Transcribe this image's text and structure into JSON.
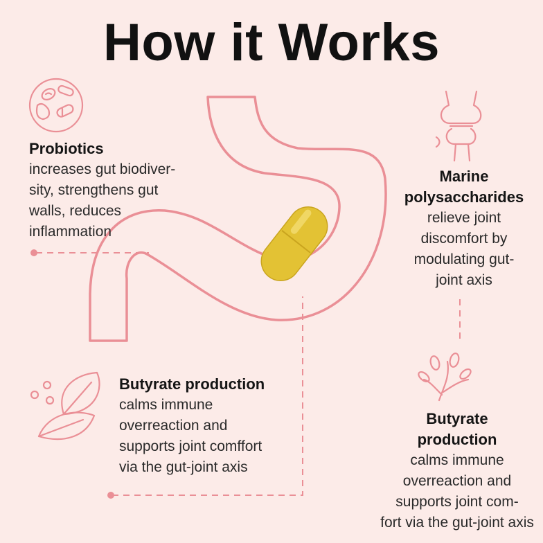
{
  "header": {
    "title": "How it Works"
  },
  "colors": {
    "background": "#fcebe8",
    "accent": "#ea8f96",
    "capsule": "#e3c234",
    "text": "#1a1a1a"
  },
  "features": {
    "probiotics": {
      "icon": "bacteria-icon",
      "title": "Probiotics",
      "lines": [
        "increases gut biodiver-",
        "sity, strengthens gut",
        "walls, reduces",
        "inflammation"
      ]
    },
    "marine": {
      "icon": "joint-icon",
      "title_lines": [
        "Marine",
        "polysaccharides"
      ],
      "lines": [
        "relieve joint",
        "discomfort by",
        "modulating gut-",
        "joint axis"
      ]
    },
    "butyrate_left": {
      "icon": "leaf-icon",
      "title": "Butyrate production",
      "lines": [
        "calms immune",
        "overreaction and",
        "supports joint comffort",
        "via the gut-joint axis"
      ]
    },
    "butyrate_right": {
      "icon": "seaweed-icon",
      "title_lines": [
        "Butyrate",
        "production"
      ],
      "lines": [
        "calms immune",
        "overreaction and",
        "supports joint com-",
        "fort via the gut-joint axis"
      ]
    }
  }
}
